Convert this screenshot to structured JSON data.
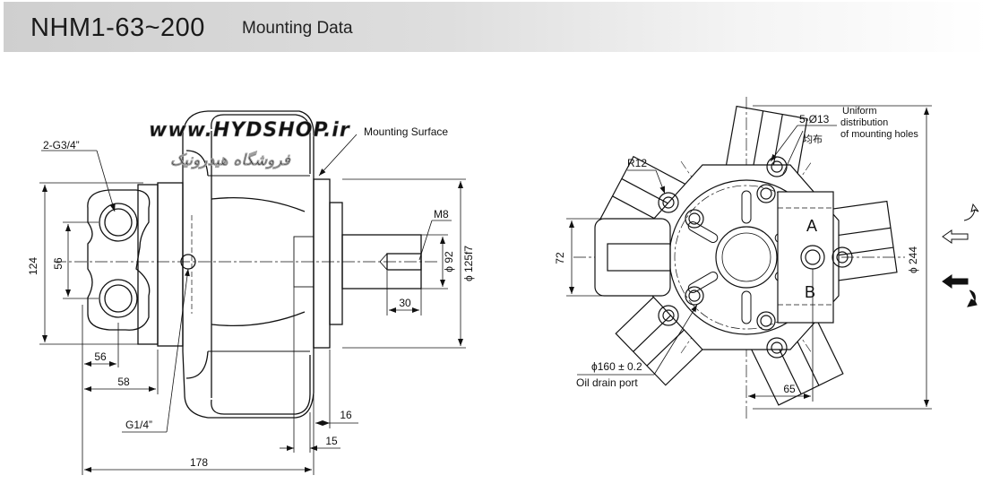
{
  "header": {
    "model": "NHM1-63~200",
    "subtitle": "Mounting Data",
    "background_color": "#d8d8d8"
  },
  "watermark": {
    "line1": "www.HYDSHOP.ir",
    "line2": "فروشگاه هیدرونیک",
    "color": "#c9c9c9"
  },
  "side_view": {
    "mounting_surface": "Mounting Surface",
    "port_label": "2-G3/4”",
    "drain_label": "G1/4”",
    "thread_label": "M8",
    "dims": {
      "d124": "124",
      "d56_v": "56",
      "d56_h": "56",
      "d58": "58",
      "d178": "178",
      "d16": "16",
      "d15": "15",
      "d30": "30",
      "phi92": "ϕ 92",
      "phi125": "ϕ 125f7"
    }
  },
  "front_view": {
    "holes_label": "5-Ø13",
    "holes_cn": "均布",
    "uniform_1": "Uniform",
    "uniform_2": "distribution",
    "uniform_3": "of mounting holes",
    "r12": "R12",
    "port_a": "A",
    "port_b": "B",
    "d72": "72",
    "d65": "65",
    "phi244": "ϕ 244",
    "phi160": "ϕ160 ± 0.2",
    "oil_drain": "Oil drain port"
  }
}
